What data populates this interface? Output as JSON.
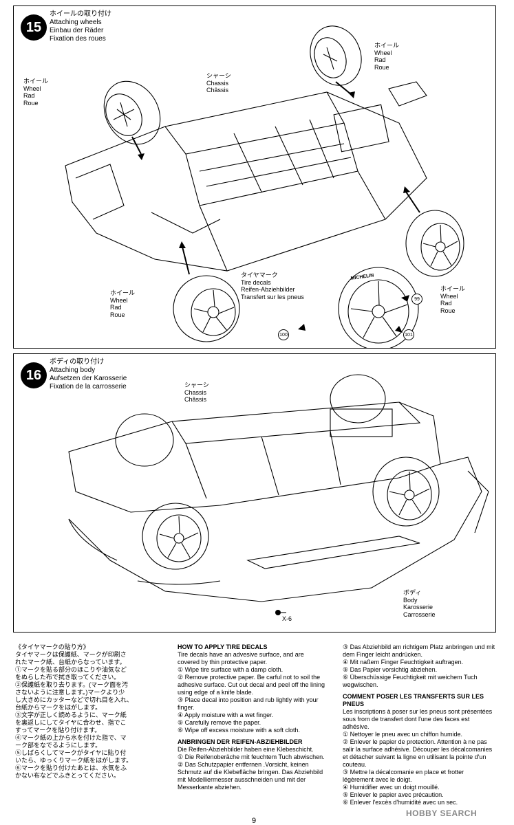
{
  "step15": {
    "number": "15",
    "title_jp": "ホイールの取り付け",
    "title_en": "Attaching wheels",
    "title_de": "Einbau der Räder",
    "title_fr": "Fixation des roues",
    "chassis_label": [
      "シャーシ",
      "Chassis",
      "Châssis"
    ],
    "wheel_label": [
      "ホイール",
      "Wheel",
      "Rad",
      "Roue"
    ],
    "tire_decal_label": [
      "タイヤマーク",
      "Tire decals",
      "Reifen-Abziehbilder",
      "Transfert sur les pneus"
    ],
    "tire_brand": "MICHELIN",
    "decal_parts": [
      "99",
      "100",
      "101"
    ]
  },
  "step16": {
    "number": "16",
    "title_jp": "ボディの取り付け",
    "title_en": "Attaching body",
    "title_de": "Aufsetzen der Karosserie",
    "title_fr": "Fixation de la carrosserie",
    "chassis_label": [
      "シャーシ",
      "Chassis",
      "Châssis"
    ],
    "body_label": [
      "ボディ",
      "Body",
      "Karosserie",
      "Carrosserie"
    ],
    "part_ref": "X-6"
  },
  "instructions": {
    "jp_heading": "《タイヤマークの貼り方》",
    "jp_lines": [
      "タイヤマークは保護紙、マークが印刷さ",
      "れたマーク紙、台紙からなっています。",
      "①マークを貼る部分のほこりや油気など",
      "をぬらした布で拭き取ってください。",
      "②保護紙を取り去ります。(マーク面を汚",
      "さないように注意します。)マークより少",
      "し大きめにカッターなどで切れ目を入れ、",
      "台紙からマークをはがします。",
      "③文字が正しく読めるように、マーク紙",
      "を裏返しにしてタイヤに合わせ、指でこ",
      "すってマークを貼り付けます。",
      "④マーク紙の上から水を付けた指で、マ",
      "ーク部をなでるようにします。",
      "⑤しばらくしてマークがタイヤに貼り付",
      "いたら、ゆっくりマーク紙をはがします。",
      "⑥マークを貼り付けたあとは、水気をふ",
      "かない布などでふきとってください。"
    ],
    "en_heading": "HOW TO APPLY TIRE DECALS",
    "en_text": [
      "Tire decals have an advesive surface, and are covered by thin protective paper.",
      "① Wipe tire surface with a damp cloth.",
      "② Remove protective paper. Be carful not to soil the adhesive surface. Cut out decal and peel off the lining using edge of a knife blade.",
      "③ Place decal into position and rub lightly with your finger.",
      "④ Apply moisture with a wet finger.",
      "⑤ Carefully remove the paper.",
      "⑥ Wipe off excess moisture with a soft cloth."
    ],
    "de_heading": "ANBRINGEN DER REIFEN-ABZIEHBILDER",
    "de_text": [
      "Die Reifen-Abziehbilder haben eine Klebeschicht.",
      "① Die Reifenoberäche mit feuchtem Tuch abwischen.",
      "② Das Schutzpapier entfernen .Vorsicht, keinen Schmutz auf die Klebefläche bringen. Das Abziehbild mit Modelliermesser ausschneiden und mit der Messerkante abziehen.",
      "③ Das Abziehbild am richtigem Platz anbringen und mit dem Finger leicht andrücken.",
      "④ Mit naßem Finger Feuchtigkeit auftragen.",
      "⑤ Das Papier vorsichtig abziehen.",
      "⑥ Überschüssige Feuchtigkeit mit weichem Tuch wegwischen."
    ],
    "fr_heading": "COMMENT POSER LES TRANSFERTS SUR LES PNEUS",
    "fr_text": [
      "Les inscriptions à poser sur les pneus sont présentées sous from de transfert dont l'une des faces est adhésive.",
      "① Nettoyer le pneu avec un chiffon humide.",
      "② Enlever le papier de protection. Attention à ne pas salir la surface adhésive. Découper les décalcomanies et détacher suivant la ligne en utilisant la pointe d'un couteau.",
      "③ Mettre la décalcomanie en place et frotter légèrement avec le doigt.",
      "④ Humidifier avec un doigt mouillé.",
      "⑤ Enlever le papier avec précaution.",
      "⑥ Enlever l'excès d'humidité avec un sec."
    ]
  },
  "page_number": "9",
  "watermark": "HOBBY SEARCH"
}
